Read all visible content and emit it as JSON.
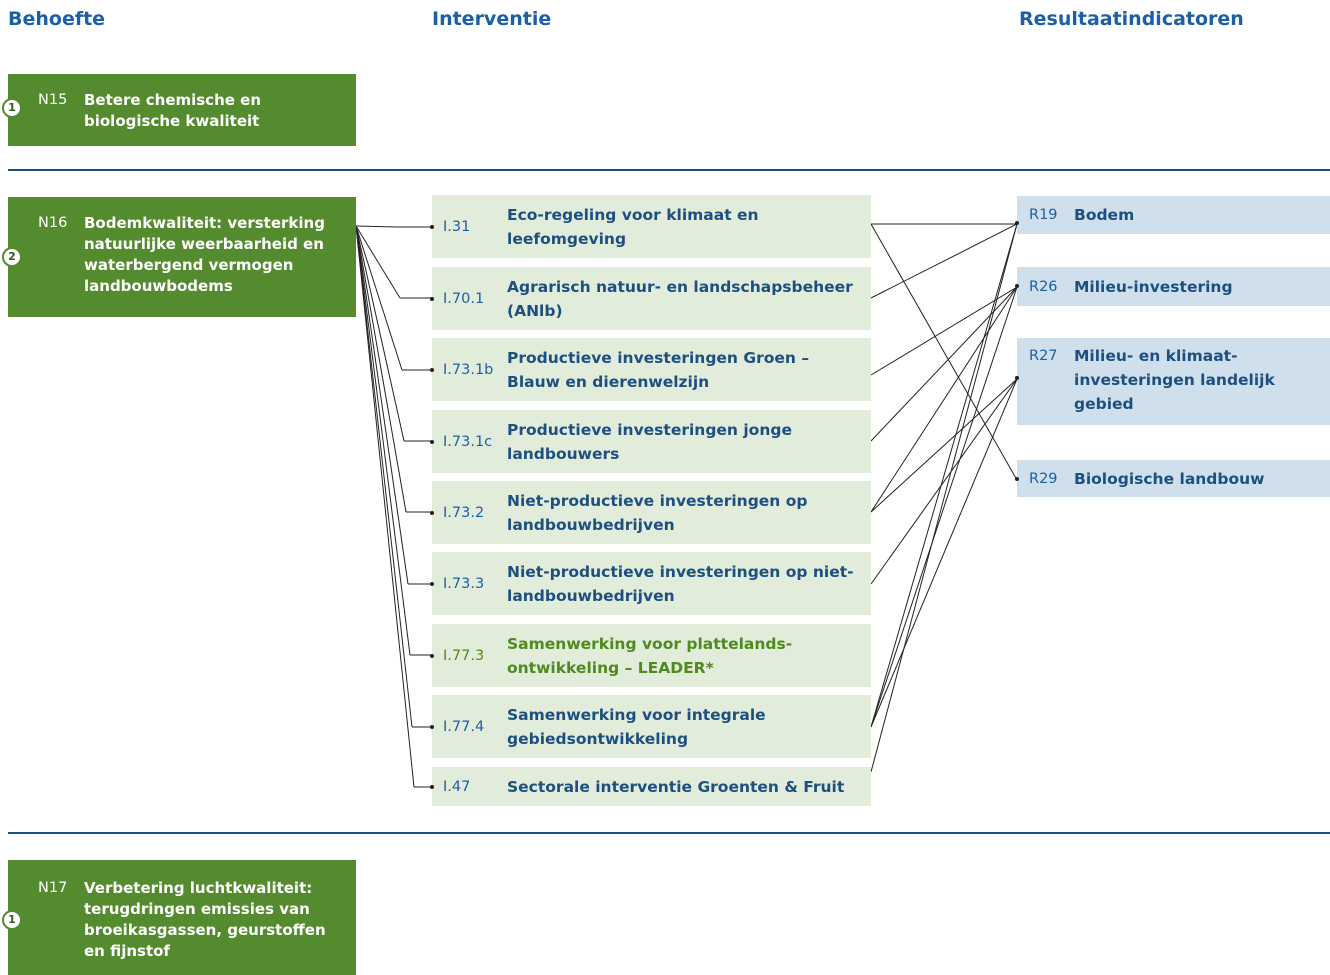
{
  "headers": {
    "behoefte": "Behoefte",
    "interventie": "Interventie",
    "resultaatindicatoren": "Resultaatindicatoren"
  },
  "needs": [
    {
      "badge": "1",
      "code": "N15",
      "label": "Betere chemische en biologische kwaliteit"
    },
    {
      "badge": "2",
      "code": "N16",
      "label": "Bodemkwaliteit: versterking natuurlijke weerbaarheid en waterbergend vermogen landbouwbodems"
    },
    {
      "badge": "1",
      "code": "N17",
      "label": "Verbetering luchtkwaliteit: terugdringen emissies van broeikasgassen, geurstoffen en fijnstof"
    }
  ],
  "interventions": [
    {
      "code": "I.31",
      "label": "Eco-regeling voor klimaat en leefomgeving",
      "results": [
        "R19",
        "R29"
      ]
    },
    {
      "code": "I.70.1",
      "label": "Agrarisch natuur- en landschapsbeheer (ANlb)",
      "results": [
        "R19"
      ]
    },
    {
      "code": "I.73.1b",
      "label": "Productieve investeringen Groen – Blauw en dierenwelzijn",
      "results": [
        "R26"
      ]
    },
    {
      "code": "I.73.1c",
      "label": "Productieve investeringen jonge landbouwers",
      "results": [
        "R26"
      ]
    },
    {
      "code": "I.73.2",
      "label": "Niet-productieve investeringen op landbouwbedrijven",
      "results": [
        "R26",
        "R27"
      ]
    },
    {
      "code": "I.73.3",
      "label": "Niet-productieve investeringen op niet-landbouwbedrijven",
      "results": [
        "R27"
      ]
    },
    {
      "code": "I.77.3",
      "label": "Samenwerking voor plattelands­ontwikkeling – LEADER*",
      "leader": true,
      "results": []
    },
    {
      "code": "I.77.4",
      "label": "Samenwerking voor integrale gebiedsontwikkeling",
      "results": [
        "R19",
        "R26",
        "R27"
      ]
    },
    {
      "code": "I.47",
      "label": "Sectorale interventie Groenten & Fruit",
      "results": [
        "R19"
      ]
    }
  ],
  "results": [
    {
      "code": "R19",
      "label": "Bodem"
    },
    {
      "code": "R26",
      "label": "Milieu-investering"
    },
    {
      "code": "R27",
      "label": "Milieu- en klimaat­investeringen landelijk gebied"
    },
    {
      "code": "R29",
      "label": "Biologische landbouw"
    }
  ],
  "colors": {
    "header": "#1d5fa6",
    "need_box": "#558b2f",
    "intervention_box": "#e2ecdb",
    "result_box": "#cfe0ec",
    "leader_text": "#4f8a1e",
    "connector": "#222222"
  }
}
